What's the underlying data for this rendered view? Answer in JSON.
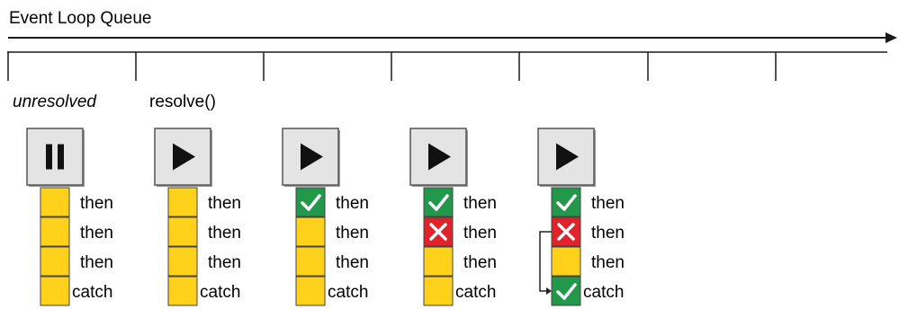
{
  "title": "Event Loop Queue",
  "colors": {
    "pending": "#ffd11a",
    "fulfilled": "#22994a",
    "rejected": "#e0232b",
    "button_face": "#e4e4e4",
    "line": "#1a1a1a"
  },
  "steps": [
    {
      "label": "unresolved",
      "label_style": "italic",
      "control_icon": "pause-icon",
      "handlers": [
        {
          "name": "then",
          "state": "pending",
          "icon": ""
        },
        {
          "name": "then",
          "state": "pending",
          "icon": ""
        },
        {
          "name": "then",
          "state": "pending",
          "icon": ""
        },
        {
          "name": "catch",
          "state": "pending",
          "icon": ""
        }
      ]
    },
    {
      "label": "resolve()",
      "label_style": "normal",
      "control_icon": "play-icon",
      "handlers": [
        {
          "name": "then",
          "state": "pending",
          "icon": ""
        },
        {
          "name": "then",
          "state": "pending",
          "icon": ""
        },
        {
          "name": "then",
          "state": "pending",
          "icon": ""
        },
        {
          "name": "catch",
          "state": "pending",
          "icon": ""
        }
      ]
    },
    {
      "label": "",
      "label_style": "normal",
      "control_icon": "play-icon",
      "handlers": [
        {
          "name": "then",
          "state": "fulfilled",
          "icon": "checkmark-icon"
        },
        {
          "name": "then",
          "state": "pending",
          "icon": ""
        },
        {
          "name": "then",
          "state": "pending",
          "icon": ""
        },
        {
          "name": "catch",
          "state": "pending",
          "icon": ""
        }
      ]
    },
    {
      "label": "",
      "label_style": "normal",
      "control_icon": "play-icon",
      "handlers": [
        {
          "name": "then",
          "state": "fulfilled",
          "icon": "checkmark-icon"
        },
        {
          "name": "then",
          "state": "rejected",
          "icon": "cross-icon"
        },
        {
          "name": "then",
          "state": "pending",
          "icon": ""
        },
        {
          "name": "catch",
          "state": "pending",
          "icon": ""
        }
      ]
    },
    {
      "label": "",
      "label_style": "normal",
      "control_icon": "play-icon",
      "skip_arrow": {
        "from": 1,
        "to": 3
      },
      "handlers": [
        {
          "name": "then",
          "state": "fulfilled",
          "icon": "checkmark-icon"
        },
        {
          "name": "then",
          "state": "rejected",
          "icon": "cross-icon"
        },
        {
          "name": "then",
          "state": "pending",
          "icon": ""
        },
        {
          "name": "catch",
          "state": "fulfilled",
          "icon": "checkmark-icon"
        }
      ]
    }
  ],
  "timeline": {
    "tick_count": 7,
    "direction": "right"
  }
}
